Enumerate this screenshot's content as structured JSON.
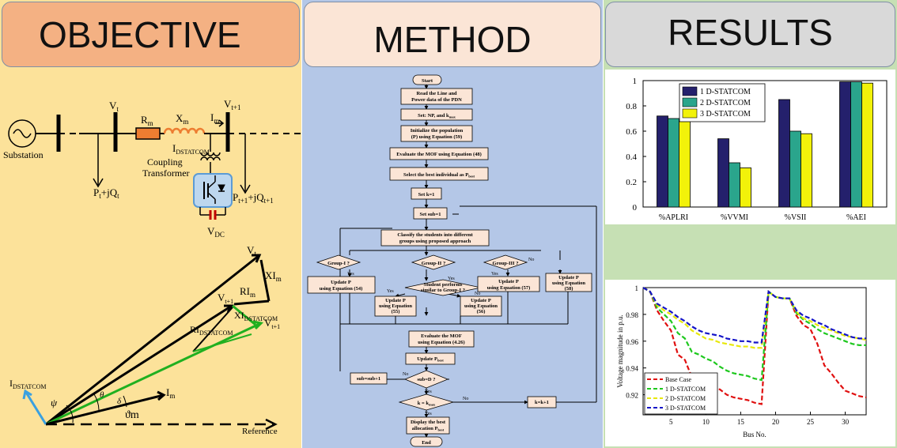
{
  "objective": {
    "title": "OBJECTIVE",
    "circuit": {
      "substation": "Substation",
      "vt": "V",
      "vt_sub": "t",
      "rm": "R",
      "rm_sub": "m",
      "xm": "X",
      "xm_sub": "m",
      "im": "I",
      "im_sub": "m",
      "vt1": "V",
      "vt1_sub": "t+1",
      "idstatcom": "I",
      "idstatcom_sub": "DSTATCOM",
      "coupling1": "Coupling",
      "coupling2": "Transformer",
      "pq_t": "P",
      "pq_t_rest": "+jQ",
      "pq_t_sub": "t",
      "pq_t1": "P",
      "pq_t1_rest": "+jQ",
      "pq_t1_sub": "t+1",
      "vdc": "V",
      "vdc_sub": "DC"
    },
    "phasor": {
      "vt": "V",
      "vt_sub": "t",
      "xim": "XI",
      "xim_sub": "m",
      "rim": "RI",
      "rim_sub": "m",
      "vt1": "V",
      "vt1_sub": "t+1",
      "xid": "XI",
      "xid_sub": "DSTATCOM",
      "rid": "RI",
      "rid_sub": "DSTATCOM",
      "vt1p": "V",
      "vt1p_sub": "t+1",
      "idst": "I",
      "idst_sub": "DSTATCOM",
      "psi": "ψ",
      "theta": "θ",
      "delta": "δ",
      "im": "I",
      "im_sub": "m",
      "phase": "ϑm",
      "reference": "Reference"
    }
  },
  "method": {
    "title": "METHOD",
    "flow": {
      "start": "Start",
      "read1": "Read the Line and",
      "read2": "Power data of the PDN",
      "set_np": "Set: NP, and k",
      "set_np_sub": "max",
      "init1": "Initialize the population",
      "init2": "(P) using Equation (59)",
      "eval": "Evaluate the MOF using Equation (48)",
      "best": "Select the best individual as P",
      "best_sub": "best",
      "setk": "Set k=1",
      "setsub": "Set sub=1",
      "classify1": "Classify the students into different",
      "classify2": "groups using proposed approach",
      "g1": "Group-I ?",
      "g2": "Group-II ?",
      "g3": "Group-III ?",
      "yes": "Yes",
      "no": "No",
      "upd54_1": "Update  P",
      "upd54_2": "using Equation (54)",
      "perf1": "Student performs",
      "perf2": "similar to Group-I ?",
      "upd57_1": "Update  P",
      "upd57_2": "using Equation (57)",
      "upd58_1": "Update  P",
      "upd58_2": "using Equation",
      "upd58_3": "(58)",
      "upd55_1": "Update  P",
      "upd55_2": "using Equation",
      "upd55_3": "(55)",
      "upd56_1": "Update  P",
      "upd56_2": "using Equation",
      "upd56_3": "(56)",
      "eval2_1": "Evaluate the MOF",
      "eval2_2": "using Equation (4.26)",
      "updbest": "Update P",
      "updbest_sub": "best",
      "subd": "sub=D ?",
      "subinc": "sub=sub+1",
      "kmax": "k = k",
      "kmax_sub": "max",
      "kinc": "k=k+1",
      "disp1": "Display the best",
      "disp2": "allocation P",
      "disp_sub": "best",
      "end": "End"
    }
  },
  "results": {
    "title": "RESULTS"
  },
  "chart_data": [
    {
      "type": "bar",
      "categories": [
        "%APLRI",
        "%VVMI",
        "%VSII",
        "%AEI"
      ],
      "series": [
        {
          "name": "1 D-STATCOM",
          "color": "#24206c",
          "values": [
            0.72,
            0.54,
            0.85,
            0.99
          ]
        },
        {
          "name": "2 D-STATCOM",
          "color": "#2aa58c",
          "values": [
            0.7,
            0.35,
            0.6,
            0.99
          ]
        },
        {
          "name": "3 D-STATCOM",
          "color": "#f2f20a",
          "values": [
            0.68,
            0.31,
            0.58,
            0.98
          ]
        }
      ],
      "ylim": [
        0,
        1
      ],
      "yticks": [
        "0",
        "0.2",
        "0.4",
        "0.6",
        "0.8",
        "1"
      ],
      "legend": "top-left"
    },
    {
      "type": "line",
      "xlabel": "Bus No.",
      "ylabel": "Voltage magnitude in p.u.",
      "xlim": [
        1,
        33
      ],
      "ylim": [
        0.905,
        1.0
      ],
      "xticks": [
        "5",
        "10",
        "15",
        "20",
        "25",
        "30"
      ],
      "yticks": [
        "0.92",
        "0.94",
        "0.96",
        "0.98",
        "1"
      ],
      "legend": "bottom-left",
      "x": [
        1,
        2,
        3,
        4,
        5,
        6,
        7,
        8,
        9,
        10,
        11,
        12,
        13,
        14,
        15,
        16,
        17,
        18,
        19,
        20,
        21,
        22,
        23,
        24,
        25,
        26,
        27,
        28,
        29,
        30,
        31,
        32,
        33
      ],
      "series": [
        {
          "name": "Base Case",
          "color": "#e01010",
          "values": [
            1.0,
            0.997,
            0.983,
            0.975,
            0.968,
            0.95,
            0.946,
            0.933,
            0.929,
            0.926,
            0.925,
            0.924,
            0.92,
            0.918,
            0.917,
            0.916,
            0.914,
            0.913,
            0.997,
            0.993,
            0.992,
            0.992,
            0.979,
            0.972,
            0.969,
            0.958,
            0.942,
            0.936,
            0.929,
            0.923,
            0.921,
            0.919,
            0.918
          ]
        },
        {
          "name": "1 D-STATCOM",
          "color": "#1ec81e",
          "values": [
            1.0,
            0.997,
            0.985,
            0.98,
            0.975,
            0.966,
            0.962,
            0.952,
            0.95,
            0.947,
            0.945,
            0.941,
            0.938,
            0.936,
            0.935,
            0.934,
            0.932,
            0.931,
            0.997,
            0.993,
            0.992,
            0.992,
            0.981,
            0.976,
            0.973,
            0.969,
            0.966,
            0.964,
            0.962,
            0.96,
            0.958,
            0.957,
            0.957
          ]
        },
        {
          "name": "2 D-STATCOM",
          "color": "#e8e80a",
          "values": [
            1.0,
            0.997,
            0.987,
            0.983,
            0.98,
            0.976,
            0.973,
            0.968,
            0.965,
            0.962,
            0.961,
            0.959,
            0.958,
            0.957,
            0.956,
            0.956,
            0.955,
            0.955,
            0.997,
            0.993,
            0.992,
            0.992,
            0.982,
            0.977,
            0.975,
            0.972,
            0.97,
            0.968,
            0.966,
            0.964,
            0.963,
            0.962,
            0.961
          ]
        },
        {
          "name": "3 D-STATCOM",
          "color": "#1414c8",
          "values": [
            1.0,
            0.997,
            0.988,
            0.985,
            0.982,
            0.978,
            0.975,
            0.971,
            0.968,
            0.966,
            0.965,
            0.964,
            0.962,
            0.961,
            0.96,
            0.96,
            0.959,
            0.959,
            0.997,
            0.993,
            0.992,
            0.992,
            0.983,
            0.979,
            0.977,
            0.974,
            0.972,
            0.969,
            0.967,
            0.965,
            0.963,
            0.962,
            0.962
          ]
        }
      ]
    }
  ]
}
